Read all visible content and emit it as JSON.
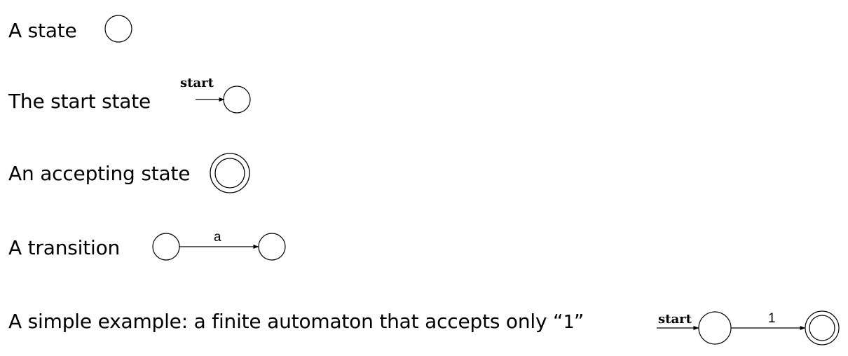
{
  "rows": {
    "state": {
      "label": "A state"
    },
    "start_state": {
      "label": "The start state",
      "arrow_label": "start"
    },
    "accepting_state": {
      "label": "An accepting state"
    },
    "transition": {
      "label": "A transition",
      "symbol": "a"
    },
    "example": {
      "label_prefix": "A simple example: a finite automaton that accepts only “",
      "label_code": "1",
      "label_suffix": "”",
      "start_label": "start",
      "symbol": "1"
    }
  },
  "colors": {
    "stroke": "#000000",
    "text": "#000000",
    "background": "#ffffff"
  }
}
